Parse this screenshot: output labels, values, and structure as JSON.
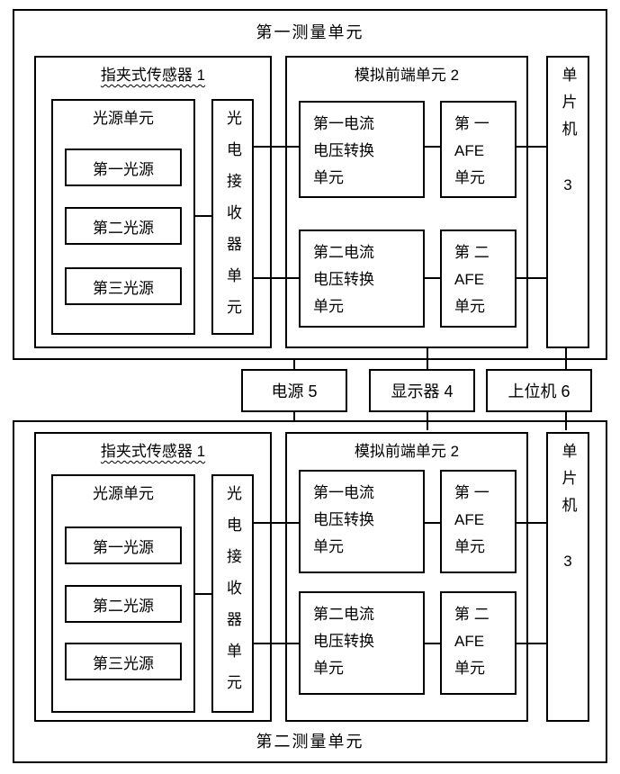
{
  "unit1": {
    "title": "第一测量单元",
    "sensor_title": "指夹式传感器 1",
    "light_source_title": "光源单元",
    "lights": [
      "第一光源",
      "第二光源",
      "第三光源"
    ],
    "receiver_label": "光电接收器单元",
    "afe_title": "模拟前端单元 2",
    "current_voltage_1": "第一电流\n电压转换\n单元",
    "afe_1": "第 一\nAFE\n单元",
    "current_voltage_2": "第二电流\n电压转换\n单元",
    "afe_2": "第 二\nAFE\n单元",
    "mcu_label": "单片机 3"
  },
  "middle_row": {
    "power": "电源 5",
    "display": "显示器 4",
    "host": "上位机 6"
  },
  "unit2": {
    "title": "第二测量单元",
    "sensor_title": "指夹式传感器 1",
    "light_source_title": "光源单元",
    "lights": [
      "第一光源",
      "第二光源",
      "第三光源"
    ],
    "receiver_label": "光电接收器单元",
    "afe_title": "模拟前端单元 2",
    "current_voltage_1": "第一电流\n电压转换\n单元",
    "afe_1": "第 一\nAFE\n单元",
    "current_voltage_2": "第二电流\n电压转换\n单元",
    "afe_2": "第 二\nAFE\n单元",
    "mcu_label": "单片机 3"
  },
  "colors": {
    "line": "#000000",
    "background": "#ffffff"
  }
}
